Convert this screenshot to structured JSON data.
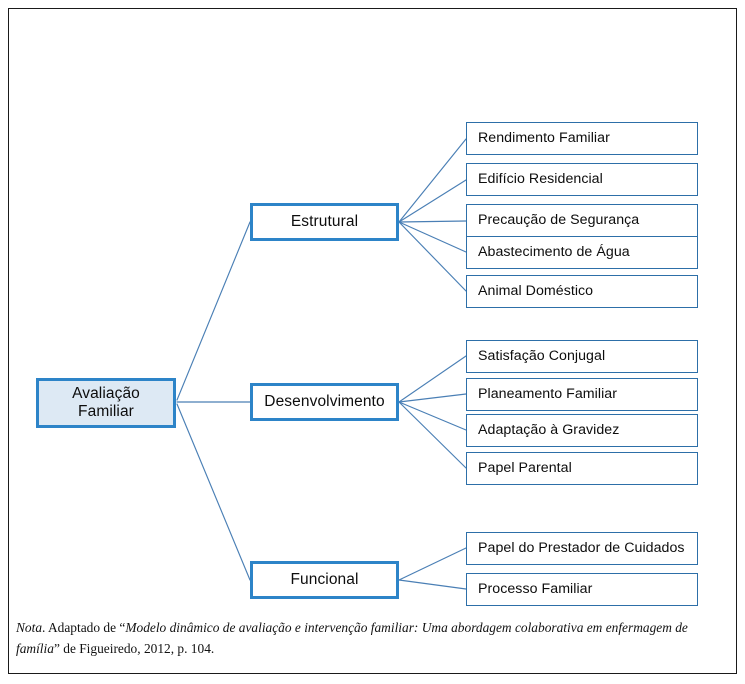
{
  "figure": {
    "title": "Avaliação Familiar",
    "colors": {
      "node_border": "#2d84c8",
      "leaf_border": "#2d6fa8",
      "root_fill": "#dde9f4",
      "connector": "#4a7fb5",
      "frame_border": "#1a1a1a",
      "text": "#0d0d0d",
      "background": "#ffffff"
    },
    "root": {
      "label_line1": "Avaliação",
      "label_line2": "Familiar"
    },
    "branches": [
      {
        "id": "estrutural",
        "label": "Estrutural",
        "leaves": [
          {
            "id": "rendimento-familiar",
            "label": "Rendimento Familiar"
          },
          {
            "id": "edificio-residencial",
            "label": "Edifício Residencial"
          },
          {
            "id": "precaucao-de-seguranca",
            "label": "Precaução de Segurança"
          },
          {
            "id": "abastecimento-de-agua",
            "label": "Abastecimento de Água"
          },
          {
            "id": "animal-domestico",
            "label": "Animal Doméstico"
          }
        ]
      },
      {
        "id": "desenvolvimento",
        "label": "Desenvolvimento",
        "leaves": [
          {
            "id": "satisfacao-conjugal",
            "label": "Satisfação Conjugal"
          },
          {
            "id": "planeamento-familiar",
            "label": "Planeamento Familiar"
          },
          {
            "id": "adaptacao-a-gravidez",
            "label": "Adaptação à Gravidez"
          },
          {
            "id": "papel-parental",
            "label": "Papel Parental"
          }
        ]
      },
      {
        "id": "funcional",
        "label": "Funcional",
        "leaves": [
          {
            "id": "papel-do-prestador-de-cuidados",
            "label": "Papel do Prestador de Cuidados"
          },
          {
            "id": "processo-familiar",
            "label": "Processo Familiar"
          }
        ]
      }
    ],
    "caption": {
      "lead": "Nota",
      "text_before": ". Adaptado de “",
      "work_title": "Modelo dinâmico de avaliação e intervenção familiar: Uma abordagem colaborativa em enfermagem de família",
      "text_after": "” de Figueiredo, 2012, p. 104."
    }
  }
}
